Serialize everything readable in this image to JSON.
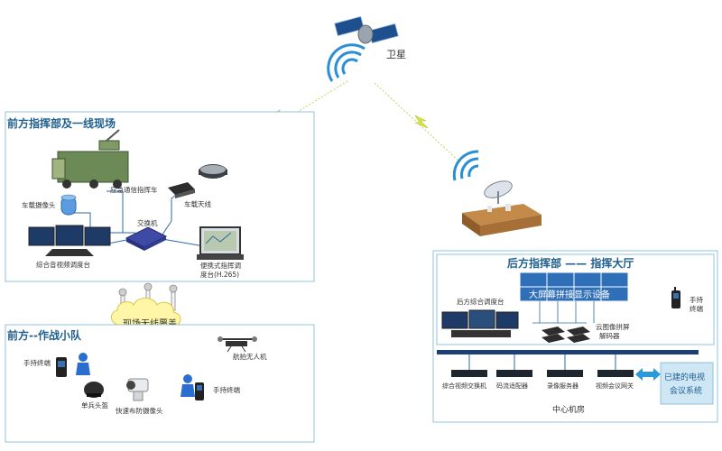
{
  "satellite": {
    "label": "卫星"
  },
  "front_command": {
    "title": "前方指挥部及一线现场",
    "devices": {
      "command_vehicle": "应急通信指挥车",
      "vehicle_camera": "车载摄像头",
      "vehicle_antenna": "车载天线",
      "switch": "交换机",
      "dispatch_console": "综合音视频调度台",
      "portable_console_line1": "便携式指挥调",
      "portable_console_line2": "度台(H.265)"
    }
  },
  "wireless": {
    "label": "现场无线覆盖"
  },
  "combat_team": {
    "title": "前方--作战小队",
    "devices": {
      "handheld_terminal_left": "手持终端",
      "helmet_camera": "单兵头盔",
      "deploy_camera": "快速布防摄像头",
      "handheld_terminal_right": "手持终端",
      "drone": "航拍无人机"
    }
  },
  "rear_command": {
    "title": "后方指挥部 —— 指挥大厅",
    "devices": {
      "rear_console": "后方综合调度台",
      "video_wall": "大屏幕拼接显示设备",
      "cloud_decoder_line1": "云图像拼屏",
      "cloud_decoder_line2": "解码器",
      "handheld_terminal_line1": "手持",
      "handheld_terminal_line2": "终端"
    }
  },
  "machine_room": {
    "title": "中心机房",
    "devices": {
      "video_switch": "综合视频交换机",
      "stream_adapter": "码流适配器",
      "recording_server": "录像服务器",
      "conference_gateway": "视频会议网关"
    },
    "existing_system_line1": "已建的电视",
    "existing_system_line2": "会议系统"
  },
  "colors": {
    "panel_border": "#8fc3dd",
    "title": "#1f5f8f",
    "bolt": "#d8e84a",
    "line": "#2b6aa6",
    "screen": "#2f6fb7",
    "bus": "#1d3f73"
  }
}
